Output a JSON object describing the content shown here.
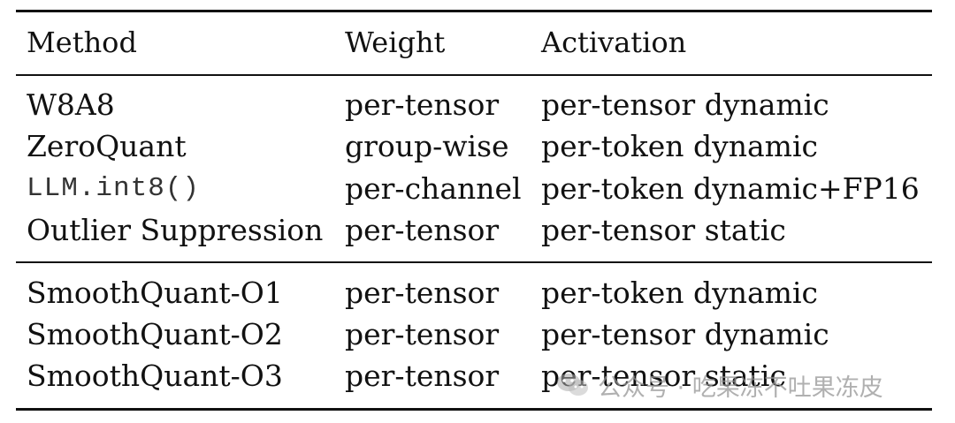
{
  "table": {
    "columns": [
      "Method",
      "Weight",
      "Activation"
    ],
    "groups": [
      {
        "rows": [
          {
            "method": "W8A8",
            "weight": "per-tensor",
            "activation": "per-tensor dynamic",
            "method_style": "serif"
          },
          {
            "method": "ZeroQuant",
            "weight": "group-wise",
            "activation": "per-token dynamic",
            "method_style": "serif"
          },
          {
            "method": "LLM.int8()",
            "weight": "per-channel",
            "activation": "per-token dynamic+FP16",
            "method_style": "monospace"
          },
          {
            "method": "Outlier Suppression",
            "weight": "per-tensor",
            "activation": "per-tensor static",
            "method_style": "serif"
          }
        ]
      },
      {
        "rows": [
          {
            "method": "SmoothQuant-O1",
            "weight": "per-tensor",
            "activation": "per-token dynamic",
            "method_style": "serif"
          },
          {
            "method": "SmoothQuant-O2",
            "weight": "per-tensor",
            "activation": "per-tensor dynamic",
            "method_style": "serif"
          },
          {
            "method": "SmoothQuant-O3",
            "weight": "per-tensor",
            "activation": "per-tensor static",
            "method_style": "serif"
          }
        ]
      }
    ]
  },
  "watermark": {
    "icon": "wechat-icon",
    "text": "公众号 · 吃果冻不吐果冻皮"
  }
}
